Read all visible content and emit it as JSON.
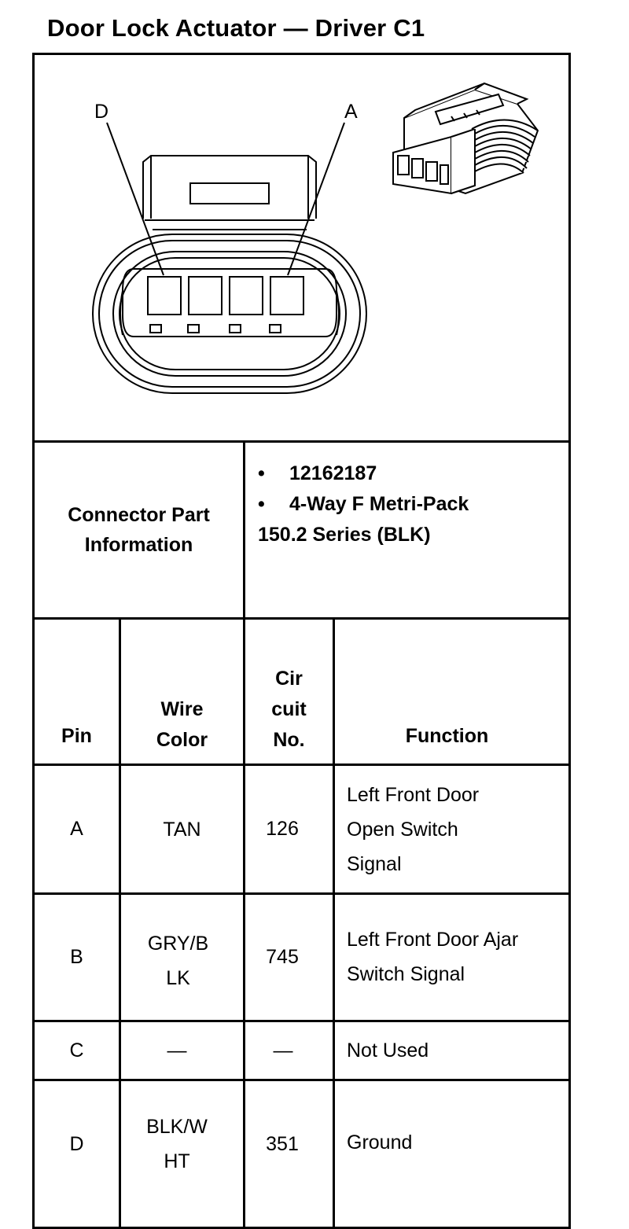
{
  "title": "Door Lock Actuator —  Driver C1",
  "diagram": {
    "label_left": "D",
    "label_right": "A"
  },
  "part_info": {
    "label_line1": "Connector Part",
    "label_line2": "Information",
    "items": [
      "12162187",
      "4-Way F Metri-Pack"
    ],
    "continuation": "150.2 Series (BLK)"
  },
  "table": {
    "headers": {
      "pin": "Pin",
      "wire_color_1": "Wire",
      "wire_color_2": "Color",
      "circuit_1": "Cir",
      "circuit_2": "cuit",
      "circuit_3": "No.",
      "function": "Function"
    },
    "rows": [
      {
        "pin": "A",
        "color_1": "TAN",
        "color_2": "",
        "circuit": "126",
        "function_lines": [
          "Left Front Door",
          "Open Switch",
          "Signal"
        ]
      },
      {
        "pin": "B",
        "color_1": "GRY/B",
        "color_2": "LK",
        "circuit": "745",
        "function_lines": [
          "Left Front Door Ajar",
          "Switch Signal"
        ]
      },
      {
        "pin": "C",
        "color_1": "—",
        "color_2": "",
        "circuit": "—",
        "function_lines": [
          "Not Used"
        ]
      },
      {
        "pin": "D",
        "color_1": "BLK/W",
        "color_2": "HT",
        "circuit": "351",
        "function_lines": [
          "Ground"
        ]
      }
    ]
  }
}
